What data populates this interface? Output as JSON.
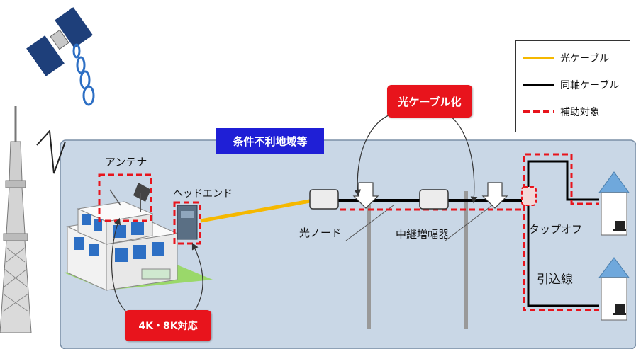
{
  "region_label": "条件不利地域等",
  "fiber_conversion_label": "光ケーブル化",
  "upgrade_label": "4K・8K対応",
  "labels": {
    "antenna": "アンテナ",
    "headend": "ヘッドエンド",
    "optical_node": "光ノード",
    "repeater_amp": "中継増幅器",
    "tap_off": "タップオフ",
    "drop_line": "引込線"
  },
  "legend": [
    {
      "label": "光ケーブル",
      "style": "solid",
      "color": "#f5b800"
    },
    {
      "label": "同軸ケーブル",
      "style": "solid",
      "color": "#000000"
    },
    {
      "label": "補助対象",
      "style": "dashed",
      "color": "#e8141c"
    }
  ],
  "colors": {
    "region_fill": "#c9d7e6",
    "fiber": "#f5b800",
    "coax": "#000000",
    "subsidy": "#e8141c",
    "tag_red": "#e8141c",
    "tag_blue": "#1f1fd6",
    "house_roof": "#6fa8dc"
  },
  "icons": [
    "satellite-icon",
    "broadcast-tower-icon",
    "building-icon",
    "dish-antenna-icon",
    "house-icon"
  ]
}
